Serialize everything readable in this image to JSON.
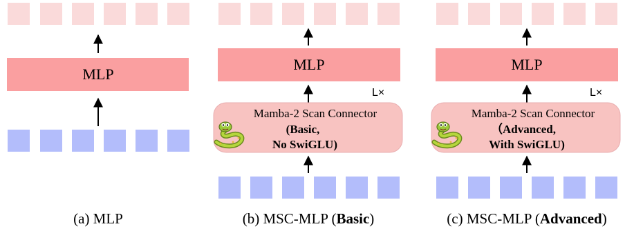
{
  "panels": [
    {
      "block_label": "MLP",
      "caption_prefix": "(a) MLP",
      "caption_bold": "",
      "caption_suffix": ""
    },
    {
      "block_label": "MLP",
      "layer_repeat": "L×",
      "connector_title": "Mamba-2 Scan Connector",
      "connector_line2": "(Basic,",
      "connector_line3": "No SwiGLU)",
      "caption_prefix": "(b)  MSC-MLP (",
      "caption_bold": "Basic",
      "caption_suffix": ")"
    },
    {
      "block_label": "MLP",
      "layer_repeat": "L×",
      "connector_title": "Mamba-2 Scan Connector",
      "connector_line2": "（Advanced,",
      "connector_line3": "With SwiGLU)",
      "caption_prefix": "(c) MSC-MLP (",
      "caption_bold": "Advanced",
      "caption_suffix": ")"
    }
  ],
  "colors": {
    "output_token": "#fadada",
    "input_token": "#b3bdfb",
    "mlp_block": "#fa9fa0",
    "connector_block": "#f8c3c1",
    "connector_border": "#e9aeb0",
    "arrow": "#000000"
  },
  "icons": {
    "snake": "snake-icon"
  }
}
